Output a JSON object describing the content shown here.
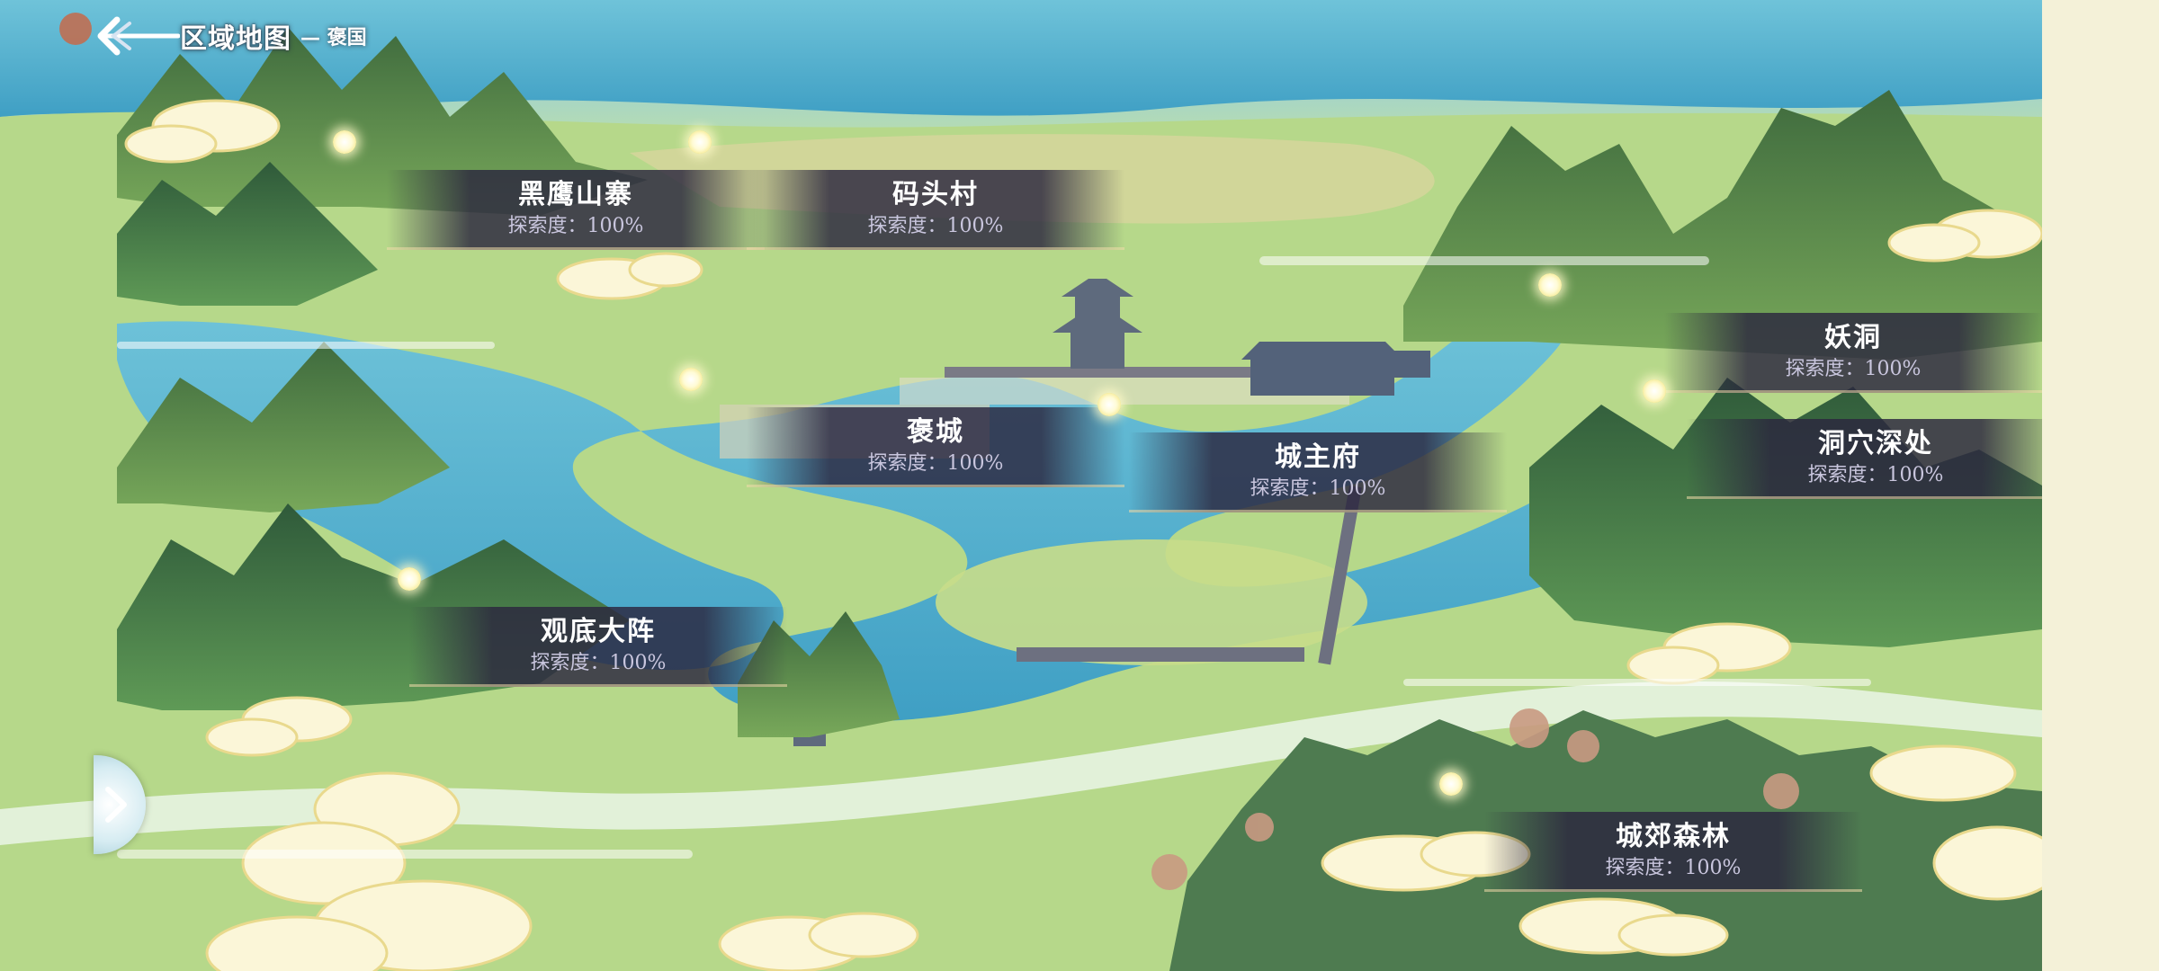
{
  "header": {
    "title": "区域地图",
    "subtitle": "— 褒国",
    "back_icon": "back-arrow-icon"
  },
  "locations": [
    {
      "id": "heiying",
      "name": "黑鹰山寨",
      "progress": "探索度：100%"
    },
    {
      "id": "matou",
      "name": "码头村",
      "progress": "探索度：100%"
    },
    {
      "id": "yaodong",
      "name": "妖洞",
      "progress": "探索度：100%"
    },
    {
      "id": "baocheng",
      "name": "褒城",
      "progress": "探索度：100%"
    },
    {
      "id": "chengzhufu",
      "name": "城主府",
      "progress": "探索度：100%"
    },
    {
      "id": "dongxue",
      "name": "洞穴深处",
      "progress": "探索度：100%"
    },
    {
      "id": "guandi",
      "name": "观底大阵",
      "progress": "探索度：100%"
    },
    {
      "id": "chengjiao",
      "name": "城郊森林",
      "progress": "探索度：100%"
    }
  ],
  "side_panel": {
    "icon": "chevron-right-icon"
  },
  "colors": {
    "plate": "#2b263e",
    "text": "#ffffff",
    "progress_text": "#c9c6de",
    "dot_glow": "#fffbd5",
    "water": "#4fb6cf",
    "land": "#a9d07c",
    "background": "#f4f1d8"
  }
}
